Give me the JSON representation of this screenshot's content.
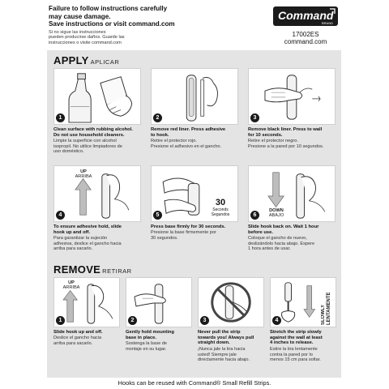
{
  "warning": {
    "en_lines": [
      "Failure to follow instructions carefully",
      "may cause damage.",
      "Save instructions or visit command.com"
    ],
    "es_lines": [
      "Si no sigue las instrucciones",
      "pueden producirse daños. Guarde las",
      "instrucciones o visite command.com"
    ]
  },
  "brand": {
    "logo_text": "Command",
    "logo_sub": "BRAND",
    "part_number": "17002ES",
    "website": "command.com"
  },
  "apply": {
    "title": "APPLY",
    "subtitle": "APLICAR",
    "steps": [
      {
        "number": "1",
        "caption_en": [
          "Clean surface with rubbing alcohol.",
          "Do not use household cleaners."
        ],
        "caption_es": [
          "Limpie la superficie con alcohol",
          "isopropil. No utilice limpiadores de",
          "uso doméstico."
        ]
      },
      {
        "number": "2",
        "caption_en": [
          "Remove red liner. Press adhesive",
          "to hook."
        ],
        "caption_es": [
          "Retire el protector rojo.",
          "Presione el adhesivo en el gancho."
        ]
      },
      {
        "number": "3",
        "caption_en": [
          "Remove black liner. Press to wall",
          "for 10 seconds."
        ],
        "caption_es": [
          "Retire el protector negro.",
          "Presione a la pared por 10 segundos."
        ]
      },
      {
        "number": "4",
        "caption_en": [
          "To ensure adhesive hold, slide",
          "hook up and off."
        ],
        "caption_es": [
          "Para garantizar la sujeción",
          "adhesiva, deslice el gancho hacia",
          "arriba para sacarlo."
        ],
        "arrow_en": "UP",
        "arrow_es": "ARRIBA"
      },
      {
        "number": "5",
        "caption_en": [
          "Press base firmly for 30 seconds."
        ],
        "caption_es": [
          "Presione la base firmemente por",
          "30 segundos."
        ],
        "seconds_number": "30",
        "seconds_en": "Seconds",
        "seconds_es": "Segundos"
      },
      {
        "number": "6",
        "caption_en": [
          "Slide hook back on. Wait 1 hour",
          "before use."
        ],
        "caption_es": [
          "Coloque el gancho de nuevo,",
          "deslizándolo hacia abajo. Espere",
          "1 hora antes de usar."
        ],
        "arrow_en": "DOWN",
        "arrow_es": "ABAJO"
      }
    ]
  },
  "remove": {
    "title": "REMOVE",
    "subtitle": "RETIRAR",
    "steps": [
      {
        "number": "1",
        "caption_en": [
          "Slide hook up and off."
        ],
        "caption_es": [
          "Deslice el gancho hacia",
          "arriba para sacarlo."
        ],
        "arrow_en": "UP",
        "arrow_es": "ARRIBA"
      },
      {
        "number": "2",
        "caption_en": [
          "Gently hold mounting",
          "base in place."
        ],
        "caption_es": [
          "Sostenga la base de",
          "montaje en su lugar."
        ]
      },
      {
        "number": "3",
        "caption_en": [
          "Never pull the strip",
          "towards you! Always pull",
          "straight down."
        ],
        "caption_es": [
          "¡Nunca jale la tira hacia",
          "usted! Siempre jale",
          "directamente hacia abajo."
        ]
      },
      {
        "number": "4",
        "caption_en": [
          "Stretch the strip slowly",
          "against the wall at least",
          "4 inches to release."
        ],
        "caption_es": [
          "Estire la tira lentamente",
          "contra la pared por lo",
          "menos 15 cm para soltar."
        ],
        "slowly_en": "SLOWLY",
        "slowly_es": "LENTAMENTE"
      }
    ]
  },
  "footer": {
    "text": "Hooks can be reused with Command® Small Refill Strips."
  }
}
